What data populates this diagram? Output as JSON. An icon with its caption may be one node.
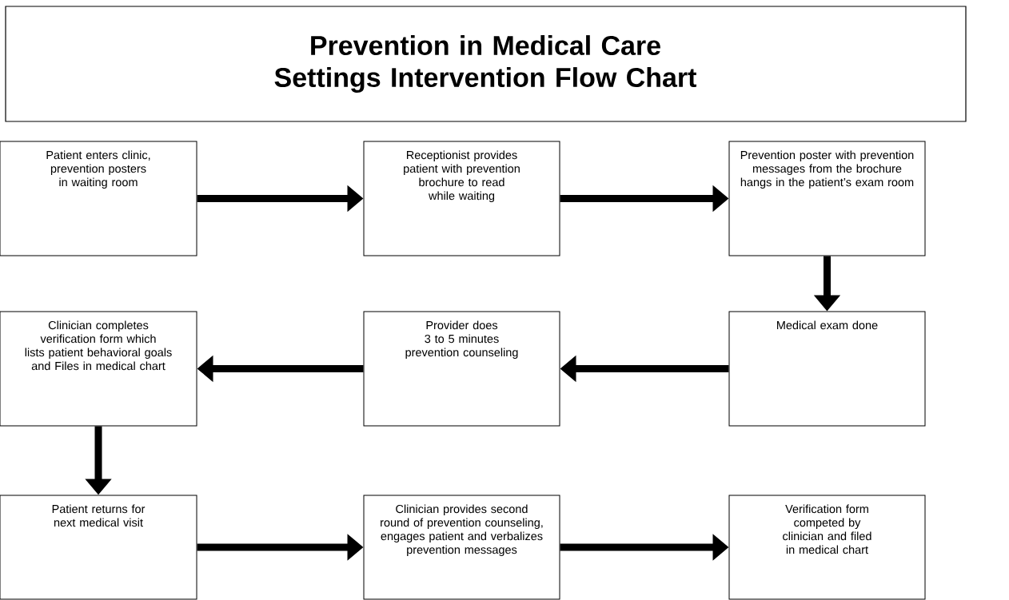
{
  "diagram": {
    "title": "Prevention in Medical Care Settings Intervention Flow Chart",
    "nodes": [
      {
        "text": [
          "Patient enters clinic, prevention posters in waiting room"
        ]
      },
      {
        "text": [
          "Receptionist provides patient with prevention brochure to read while waiting"
        ]
      },
      {
        "text": [
          "Prevention poster with prevention messages from the brochure hangs in the patient’s exam room"
        ]
      },
      {
        "text": [
          "Medical exam done"
        ]
      },
      {
        "text": [
          "Provider does 3 to 5 minutes prevention counseling"
        ]
      },
      {
        "text": [
          "Clinician completes verification form which lists patient behavioral goals and Files in medical chart"
        ]
      },
      {
        "text": [
          "Patient returns for next medical visit"
        ]
      },
      {
        "text": [
          "Clinician provides second round of prevention counseling, engages patient and verbalizes prevention messages"
        ]
      },
      {
        "text": [
          "Verification form competed by clinician and filed in medical chart"
        ]
      }
    ],
    "edges": [
      {
        "from": 0,
        "to": 1,
        "arrow": "to"
      },
      {
        "from": 1,
        "to": 2,
        "arrow": "to"
      },
      {
        "from": 2,
        "to": 3,
        "arrow": "to"
      },
      {
        "from": 3,
        "to": 4,
        "arrow": "to"
      },
      {
        "from": 4,
        "to": 5,
        "arrow": "to"
      },
      {
        "from": 5,
        "to": 6,
        "arrow": "to"
      },
      {
        "from": 6,
        "to": 7,
        "arrow": "to"
      },
      {
        "from": 7,
        "to": 8,
        "arrow": "to"
      }
    ]
  }
}
